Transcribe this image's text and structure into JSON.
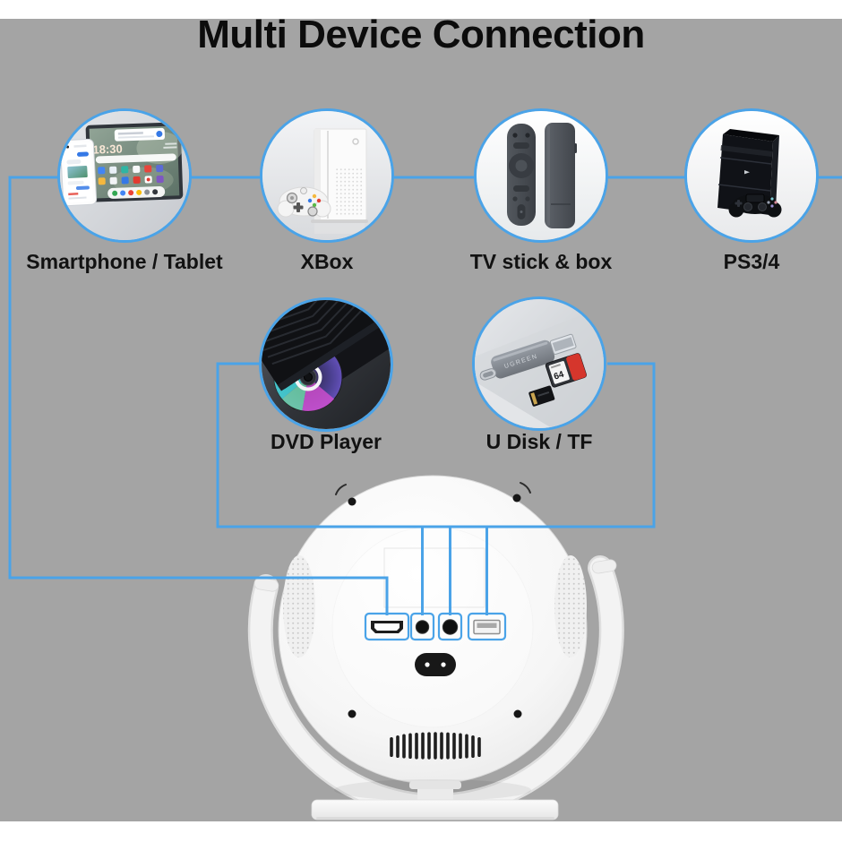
{
  "title": "Multi Device Connection",
  "colors": {
    "accent_blue": "#4aa3e8",
    "background_gray": "#a4a4a4"
  },
  "top_row_devices": [
    {
      "label": "Smartphone / Tablet",
      "icon": "smartphone-tablet-photo"
    },
    {
      "label": "XBox",
      "icon": "xbox-console-photo"
    },
    {
      "label": "TV stick & box",
      "icon": "tv-stick-remote-photo"
    },
    {
      "label": "PS3/4",
      "icon": "playstation-console-photo"
    }
  ],
  "second_row_devices": [
    {
      "label": "DVD Player",
      "icon": "dvd-drive-photo"
    },
    {
      "label": "U Disk / TF",
      "icon": "usb-card-reader-photo"
    }
  ],
  "photo_texts": {
    "tablet_clock": "18:30",
    "card_reader_brand": "UGREEN",
    "sd_card_capacity": "64"
  },
  "projector": {
    "ports": [
      "hdmi-port",
      "av-jack-port",
      "audio-jack-port",
      "usb-port"
    ]
  }
}
